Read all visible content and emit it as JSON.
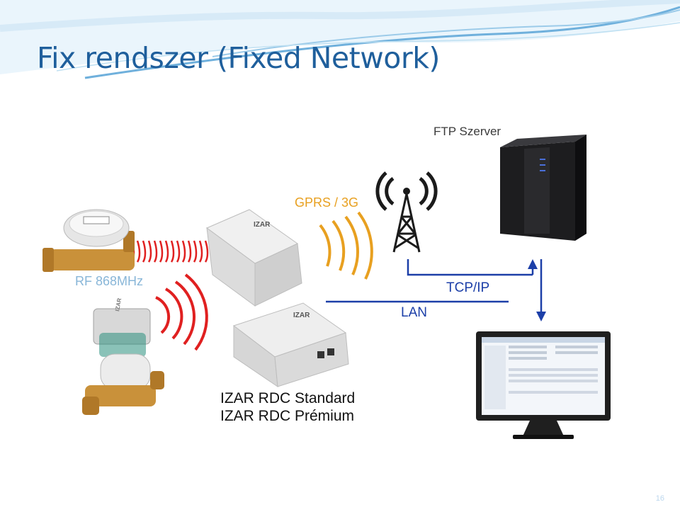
{
  "slide": {
    "title": "Fix rendszer (Fixed Network)",
    "page_number": "16"
  },
  "labels": {
    "ftp_server": "FTP Szerver",
    "gprs": "GPRS / 3G",
    "rf": "RF 868MHz",
    "tcp_ip": "TCP/IP",
    "lan": "LAN",
    "izar_standard": "IZAR RDC Standard",
    "izar_premium": "IZAR RDC Prémium"
  },
  "device_text": {
    "concentrator_brand": "IZAR",
    "meter_brand": "IZAR"
  },
  "colors": {
    "title": "#1f5f9c",
    "gprs": "#e8a020",
    "rf_waves": "#e02020",
    "network_lines": "#1c3fa8",
    "header_waves": "#6fb0dc"
  },
  "icons": [
    "server-icon",
    "radio-tower-icon",
    "monitor-icon",
    "water-meter-icon",
    "concentrator-icon"
  ]
}
